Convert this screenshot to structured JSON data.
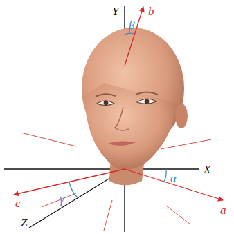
{
  "diagram": {
    "labels": [
      "Y",
      "β",
      "b",
      "X",
      "α",
      "a",
      "c",
      "γ",
      "Z"
    ]
  }
}
